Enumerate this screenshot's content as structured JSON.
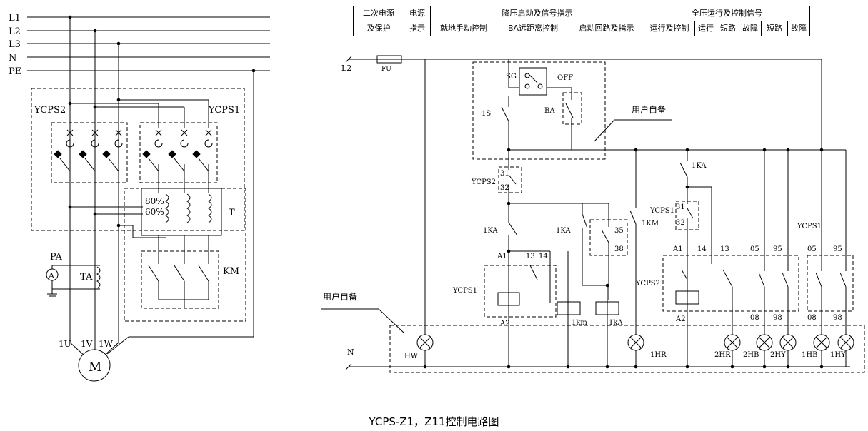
{
  "table": {
    "row1": [
      "二次电源",
      "电源",
      "降压启动及信号指示",
      "全压运行及控制信号"
    ],
    "row2": [
      "及保护",
      "指示",
      "就地手动控制",
      "BA远距离控制",
      "启动回路及指示",
      "运行及控制",
      "运行",
      "短路",
      "故障",
      "短路",
      "故障"
    ]
  },
  "left": {
    "buses": [
      "L1",
      "L2",
      "L3",
      "N",
      "PE"
    ],
    "ycps2": "YCPS2",
    "ycps1": "YCPS1",
    "tap80": "80%",
    "tap60": "60%",
    "transformer": "T",
    "contactor": "KM",
    "ammeter_label": "PA",
    "ammeter_symbol": "A",
    "ct": "TA",
    "terminals": [
      "1U",
      "1V",
      "1W"
    ],
    "motor": "M"
  },
  "right": {
    "l2": "L2",
    "fu": "FU",
    "sg": "SG",
    "off": "OFF",
    "s1": "1S",
    "ba": "BA",
    "user_supply": "用户自备",
    "ycps2_contact": "YCPS2",
    "c31": "31",
    "c32": "32",
    "ka1": "1KA",
    "ka2": "1KA",
    "ka3": "1KA",
    "km": "1KM",
    "a1": "A1",
    "t13": "13",
    "t14": "14",
    "ycps1_coil": "YCPS1",
    "a2": "A2",
    "km_coil": "1km",
    "ka_coil": "1kA",
    "t35": "35",
    "t38": "38",
    "ycps1_contact": "YCPS1",
    "d31": "31",
    "d32": "32",
    "b_a1": "A1",
    "b_14": "14",
    "b_13": "13",
    "b_05": "05",
    "b_95": "95",
    "ycps2_coil": "YCPS2",
    "b_a2": "A2",
    "b_08": "08",
    "b_98": "98",
    "ycps1_right": "YCPS1",
    "c_05": "05",
    "c_95": "95",
    "c_08": "08",
    "c_98": "98",
    "user_supply_2": "用户自备",
    "n": "N",
    "hw": "HW",
    "hr1": "1HR",
    "hr2": "2HR",
    "hb2": "2HB",
    "hy2": "2HY",
    "hb1": "1HB",
    "hy1": "1HY"
  },
  "caption": "YCPS-Z1，Z11控制电路图"
}
